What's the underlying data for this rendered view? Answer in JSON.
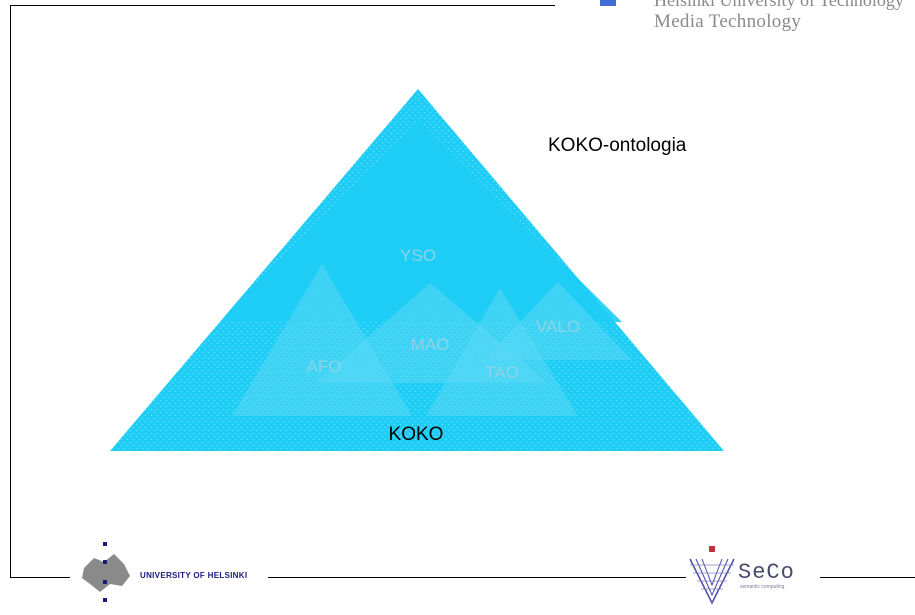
{
  "header": {
    "institution_line1": "Helsinki University of Technology",
    "institution_line2": "Media Technology"
  },
  "diagram": {
    "outer_label": "KOKO-ontologia",
    "base_label": "KOKO",
    "inner_labels": {
      "yso": "YSO",
      "mao": "MAO",
      "afo": "AFO",
      "tao": "TAO",
      "valo": "VALO"
    }
  },
  "footer": {
    "left_logo_text": "UNIVERSITY OF HELSINKI",
    "right_logo_text": "SeCo",
    "right_logo_subtext": "semantic computing"
  },
  "colors": {
    "triangle_fill": "#1ecdf5",
    "inner_fill": "#5ad8f4",
    "label_faint": "#8fd2e6"
  }
}
